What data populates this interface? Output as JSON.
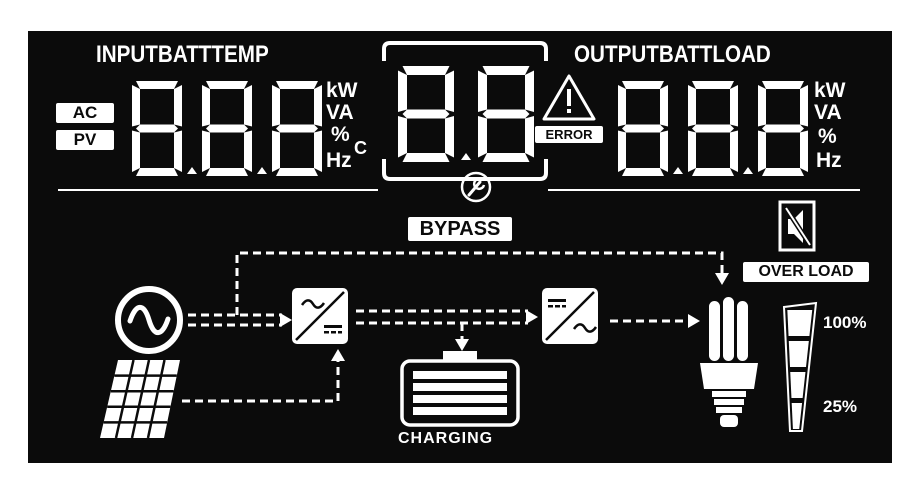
{
  "input_section": {
    "title": "INPUTBATTTEMP",
    "source_ac": "AC",
    "source_pv": "PV",
    "units": [
      "kW",
      "VA",
      "%",
      "Hz"
    ],
    "unit_c": "C",
    "digits": "8.8.8"
  },
  "center_section": {
    "digits": "8.8"
  },
  "output_section": {
    "title": "OUTPUTBATTLOAD",
    "units": [
      "kW",
      "VA",
      "%",
      "Hz"
    ],
    "error_label": "ERROR",
    "digits": "8.8.8"
  },
  "flow": {
    "bypass_label": "BYPASS",
    "charging_label": "CHARGING",
    "overload_label": "OVER LOAD"
  },
  "load_bar": {
    "top_label": "100%",
    "bottom_label": "25%",
    "level": 1.0
  },
  "icons": [
    "warning-icon",
    "wrench-icon",
    "mute-icon",
    "ac-source-icon",
    "solar-panel-icon",
    "ac-dc-converter-icon",
    "battery-icon",
    "dc-ac-inverter-icon",
    "bulb-icon"
  ],
  "colors": {
    "lcd_background": "#0b0b0b",
    "segment": "#ffffff"
  }
}
